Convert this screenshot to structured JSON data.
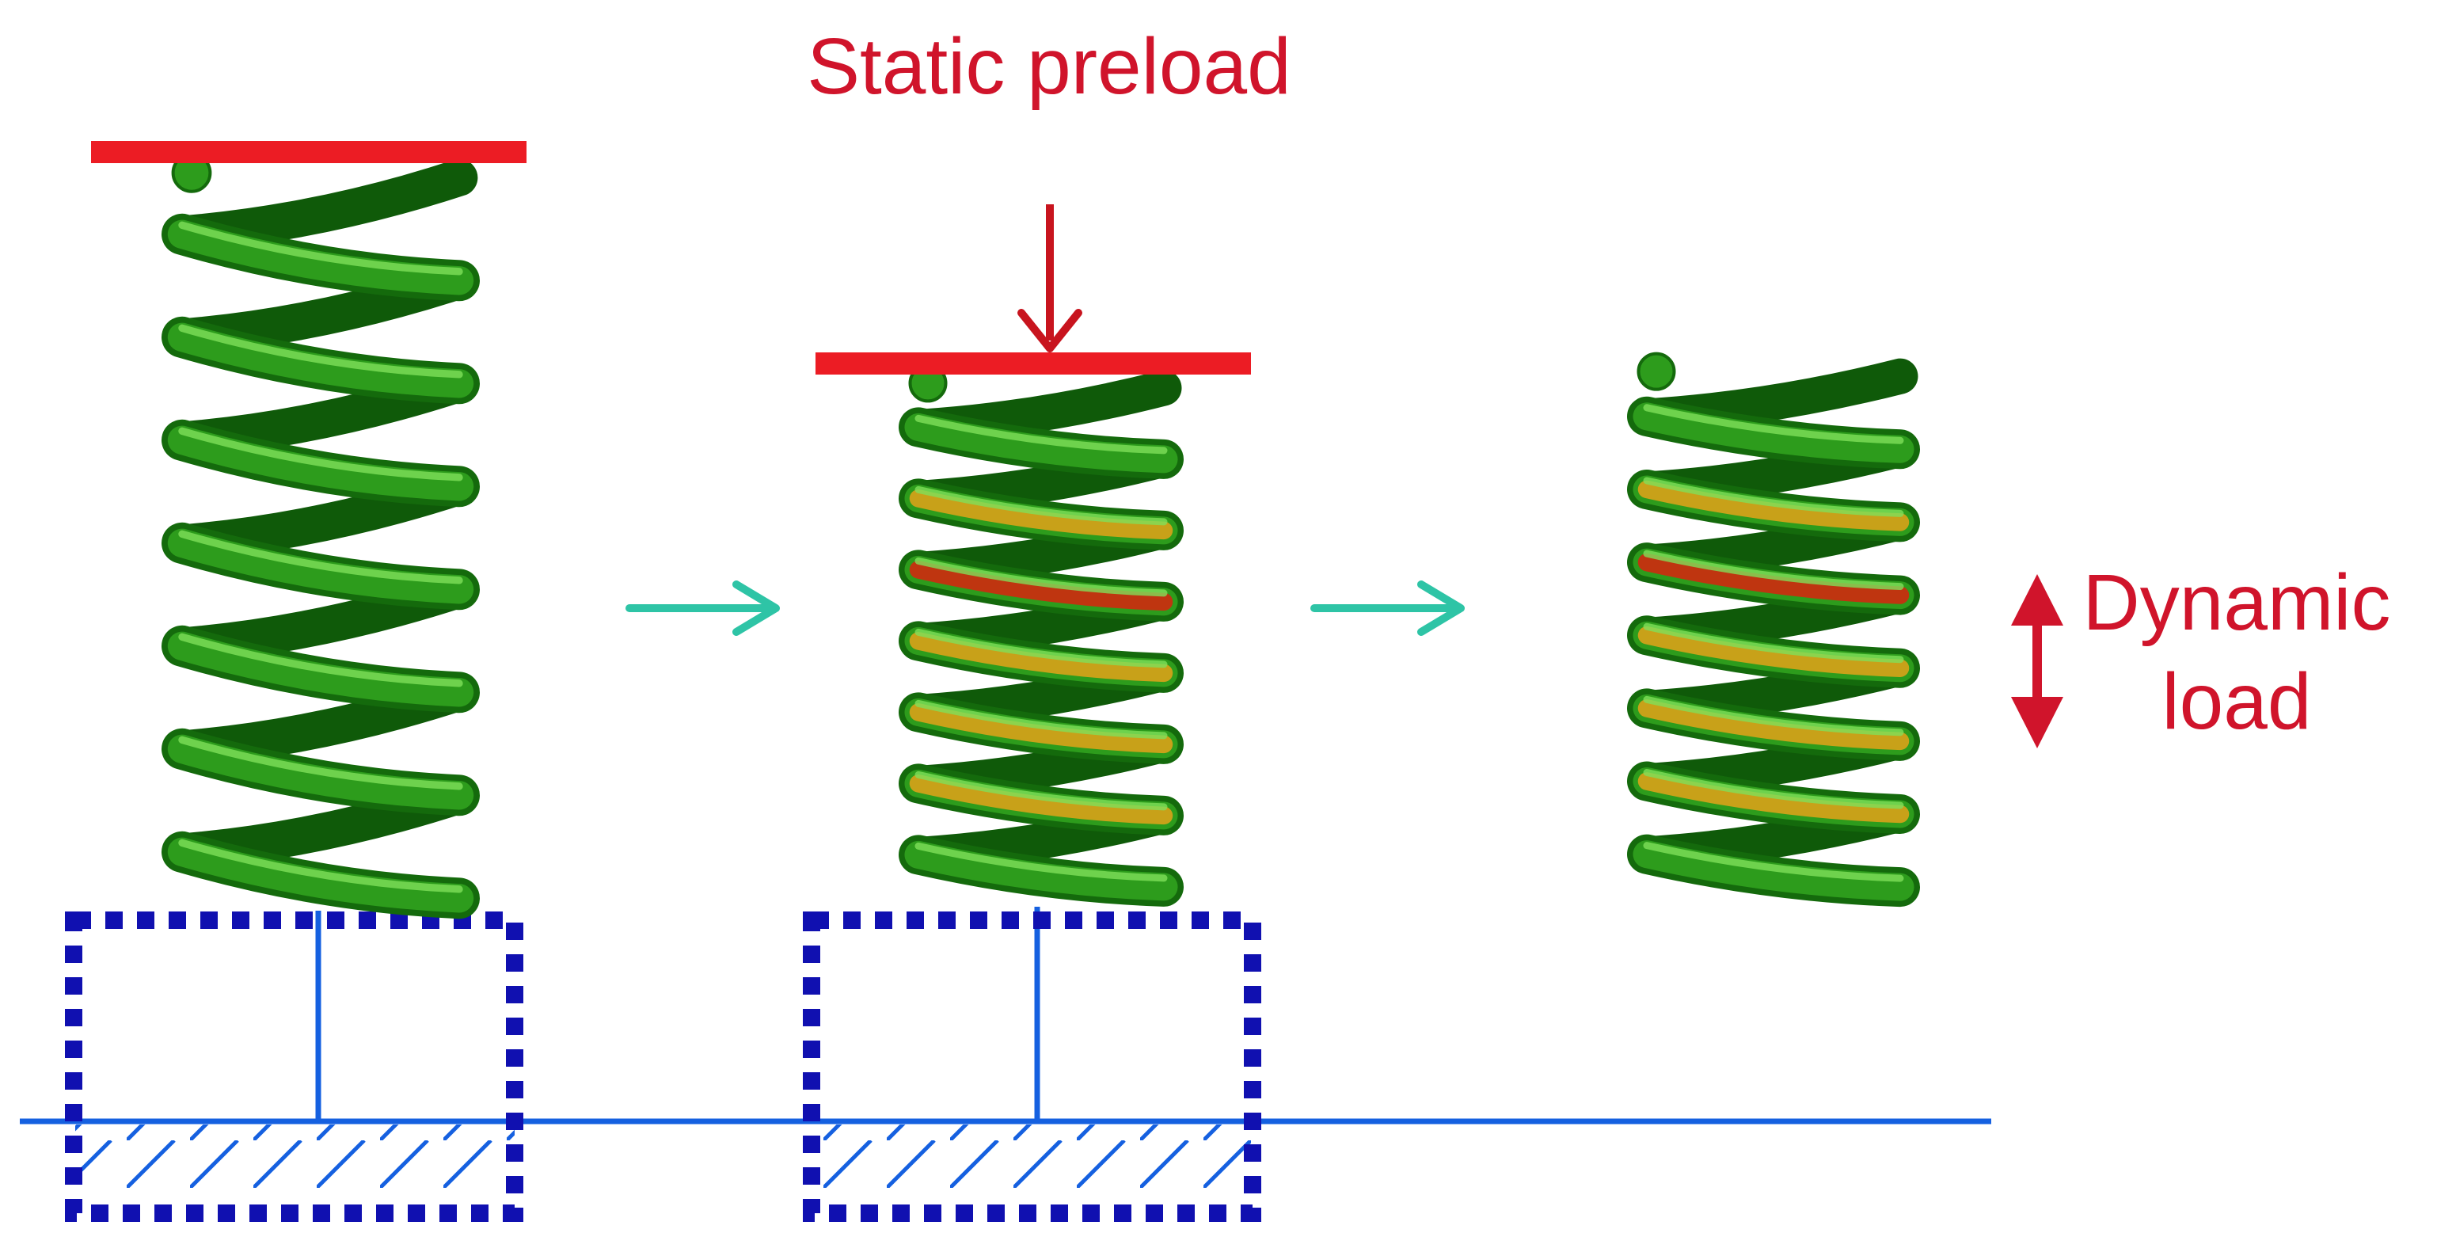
{
  "labels": {
    "static_preload": "Static preload",
    "dynamic_line1": "Dynamic",
    "dynamic_line2": "load"
  },
  "colors": {
    "label_text": "#d0142b",
    "load_plate": "#ec1c24",
    "load_arrow": "#c8141e",
    "spring_green_dark": "#187a10",
    "spring_green": "#2d9c1c",
    "spring_green_light": "#6cd24a",
    "stress_orange": "#d9a21a",
    "stress_red": "#cf2a10",
    "flow_arrow": "#2ec4a6",
    "support_box": "#1010b0",
    "ground_line": "#1560e0"
  }
}
